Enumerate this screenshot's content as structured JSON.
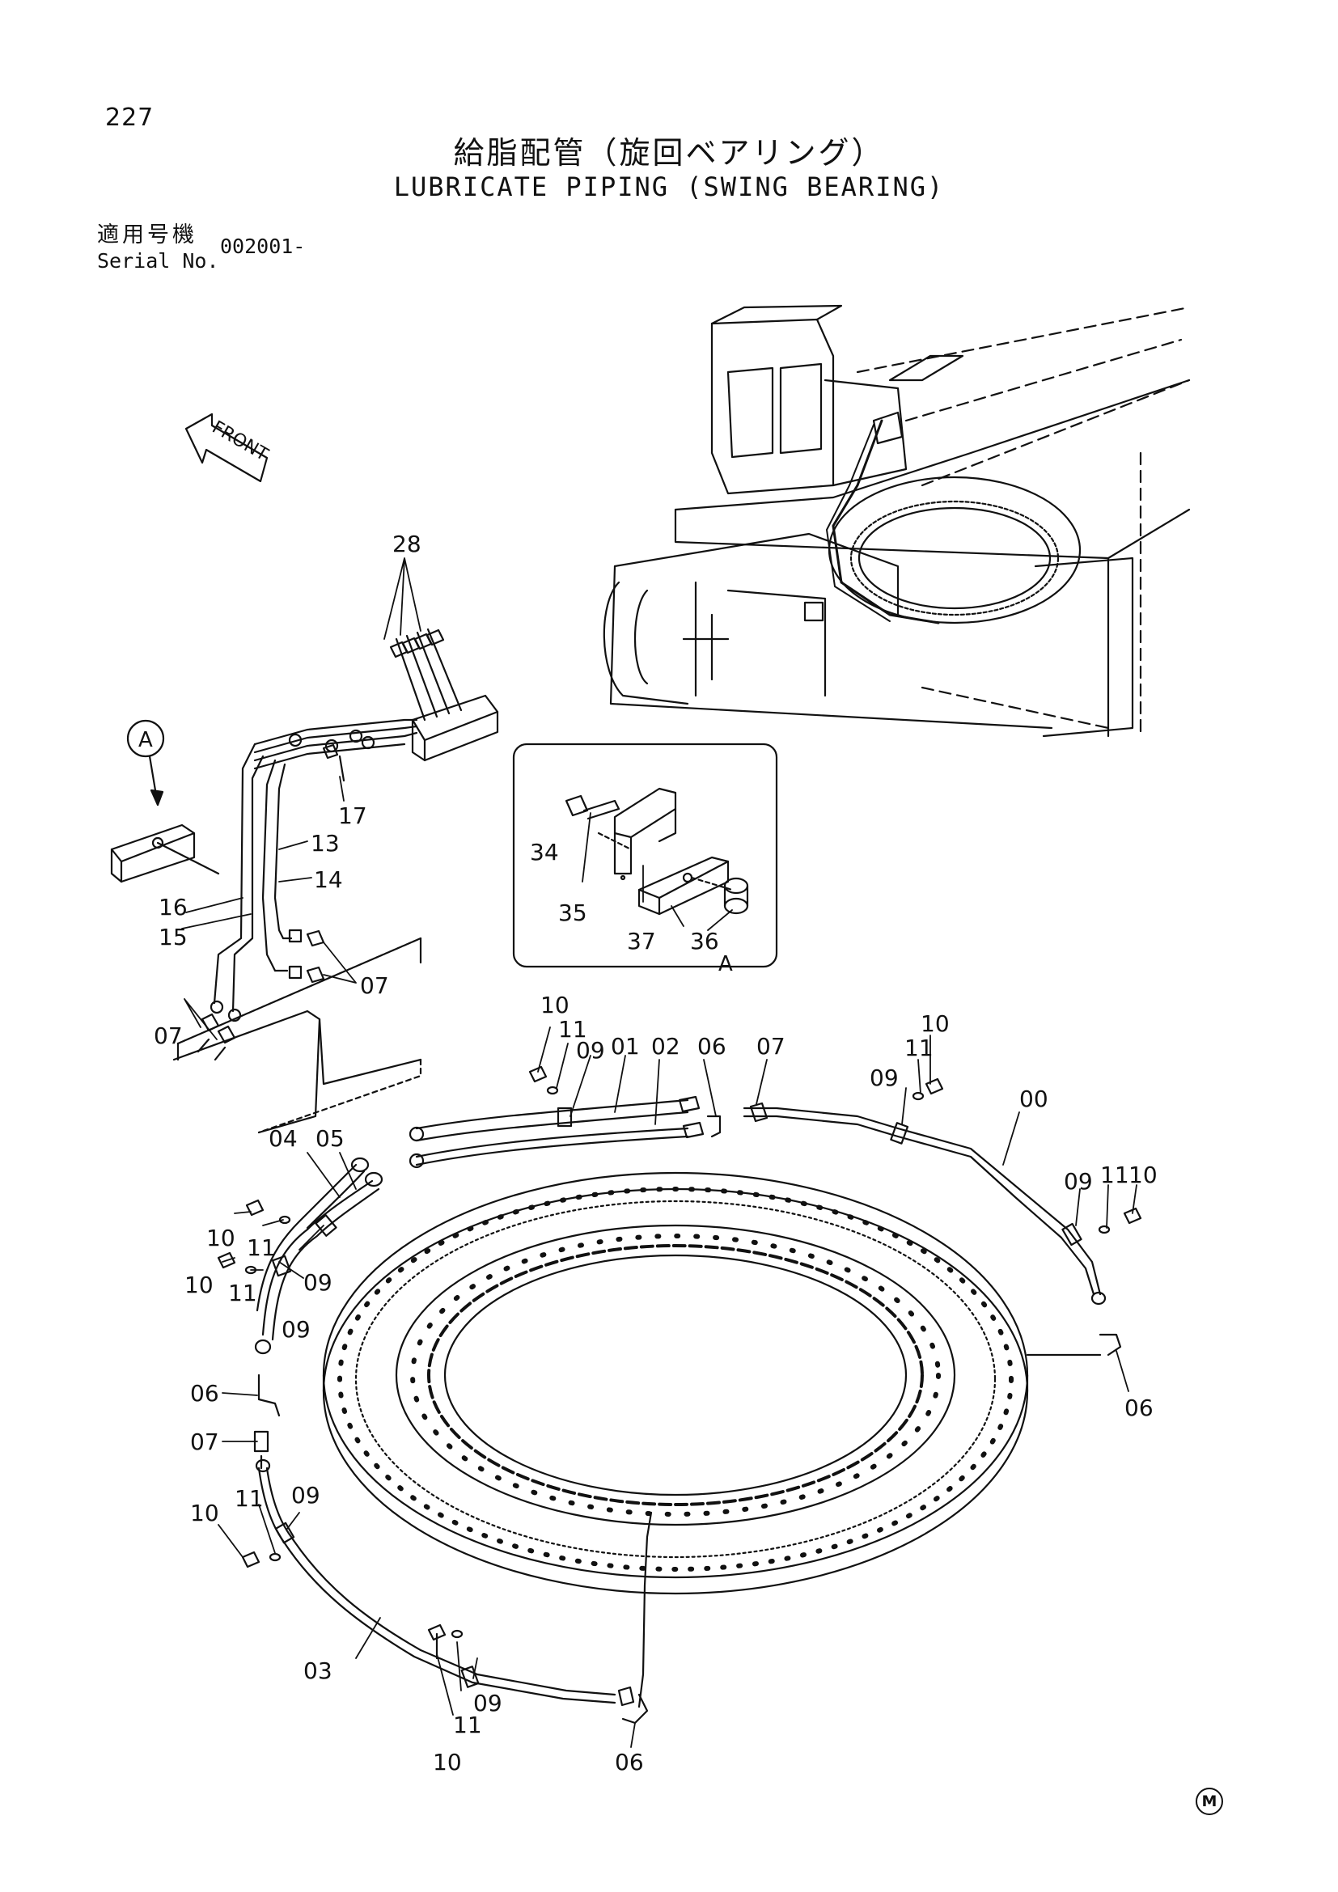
{
  "page": {
    "number": "227",
    "title_jp": "給脂配管（旋回ベアリング）",
    "title_en": "LUBRICATE PIPING (SWING BEARING)",
    "serial_label_jp": "適用号機",
    "serial_label_en": "Serial No.",
    "serial_value": "002001-",
    "manufacturer_mark": "M"
  },
  "diagram": {
    "front_arrow_label": "FRONT",
    "detail_circle_label": "A",
    "detail_box_label": "A",
    "callouts": {
      "c28": "28",
      "c17": "17",
      "c13": "13",
      "c14": "14",
      "c16": "16",
      "c15": "15",
      "c07_upper_right": "07",
      "c07_upper_left": "07",
      "c34": "34",
      "c35": "35",
      "c37": "37",
      "c36": "36",
      "c10_top": "10",
      "c11_top": "11",
      "c09_top": "09",
      "c01": "01",
      "c02": "02",
      "c06_top": "06",
      "c07_top": "07",
      "c10_top_right": "10",
      "c11_top_right": "11",
      "c09_top_right": "09",
      "c00": "00",
      "c09_right": "09",
      "c11_right": "11",
      "c10_right": "10",
      "c06_right": "06",
      "c04": "04",
      "c05": "05",
      "c10_left_a": "10",
      "c11_left_a": "11",
      "c10_left_b": "10",
      "c11_left_b": "11",
      "c09_left_a": "09",
      "c09_left_b": "09",
      "c06_left": "06",
      "c07_left": "07",
      "c10_lower_left": "10",
      "c11_lower_left": "11",
      "c09_lower_left": "09",
      "c03": "03",
      "c09_bottom": "09",
      "c11_bottom": "11",
      "c10_bottom": "10",
      "c06_bottom": "06"
    }
  }
}
